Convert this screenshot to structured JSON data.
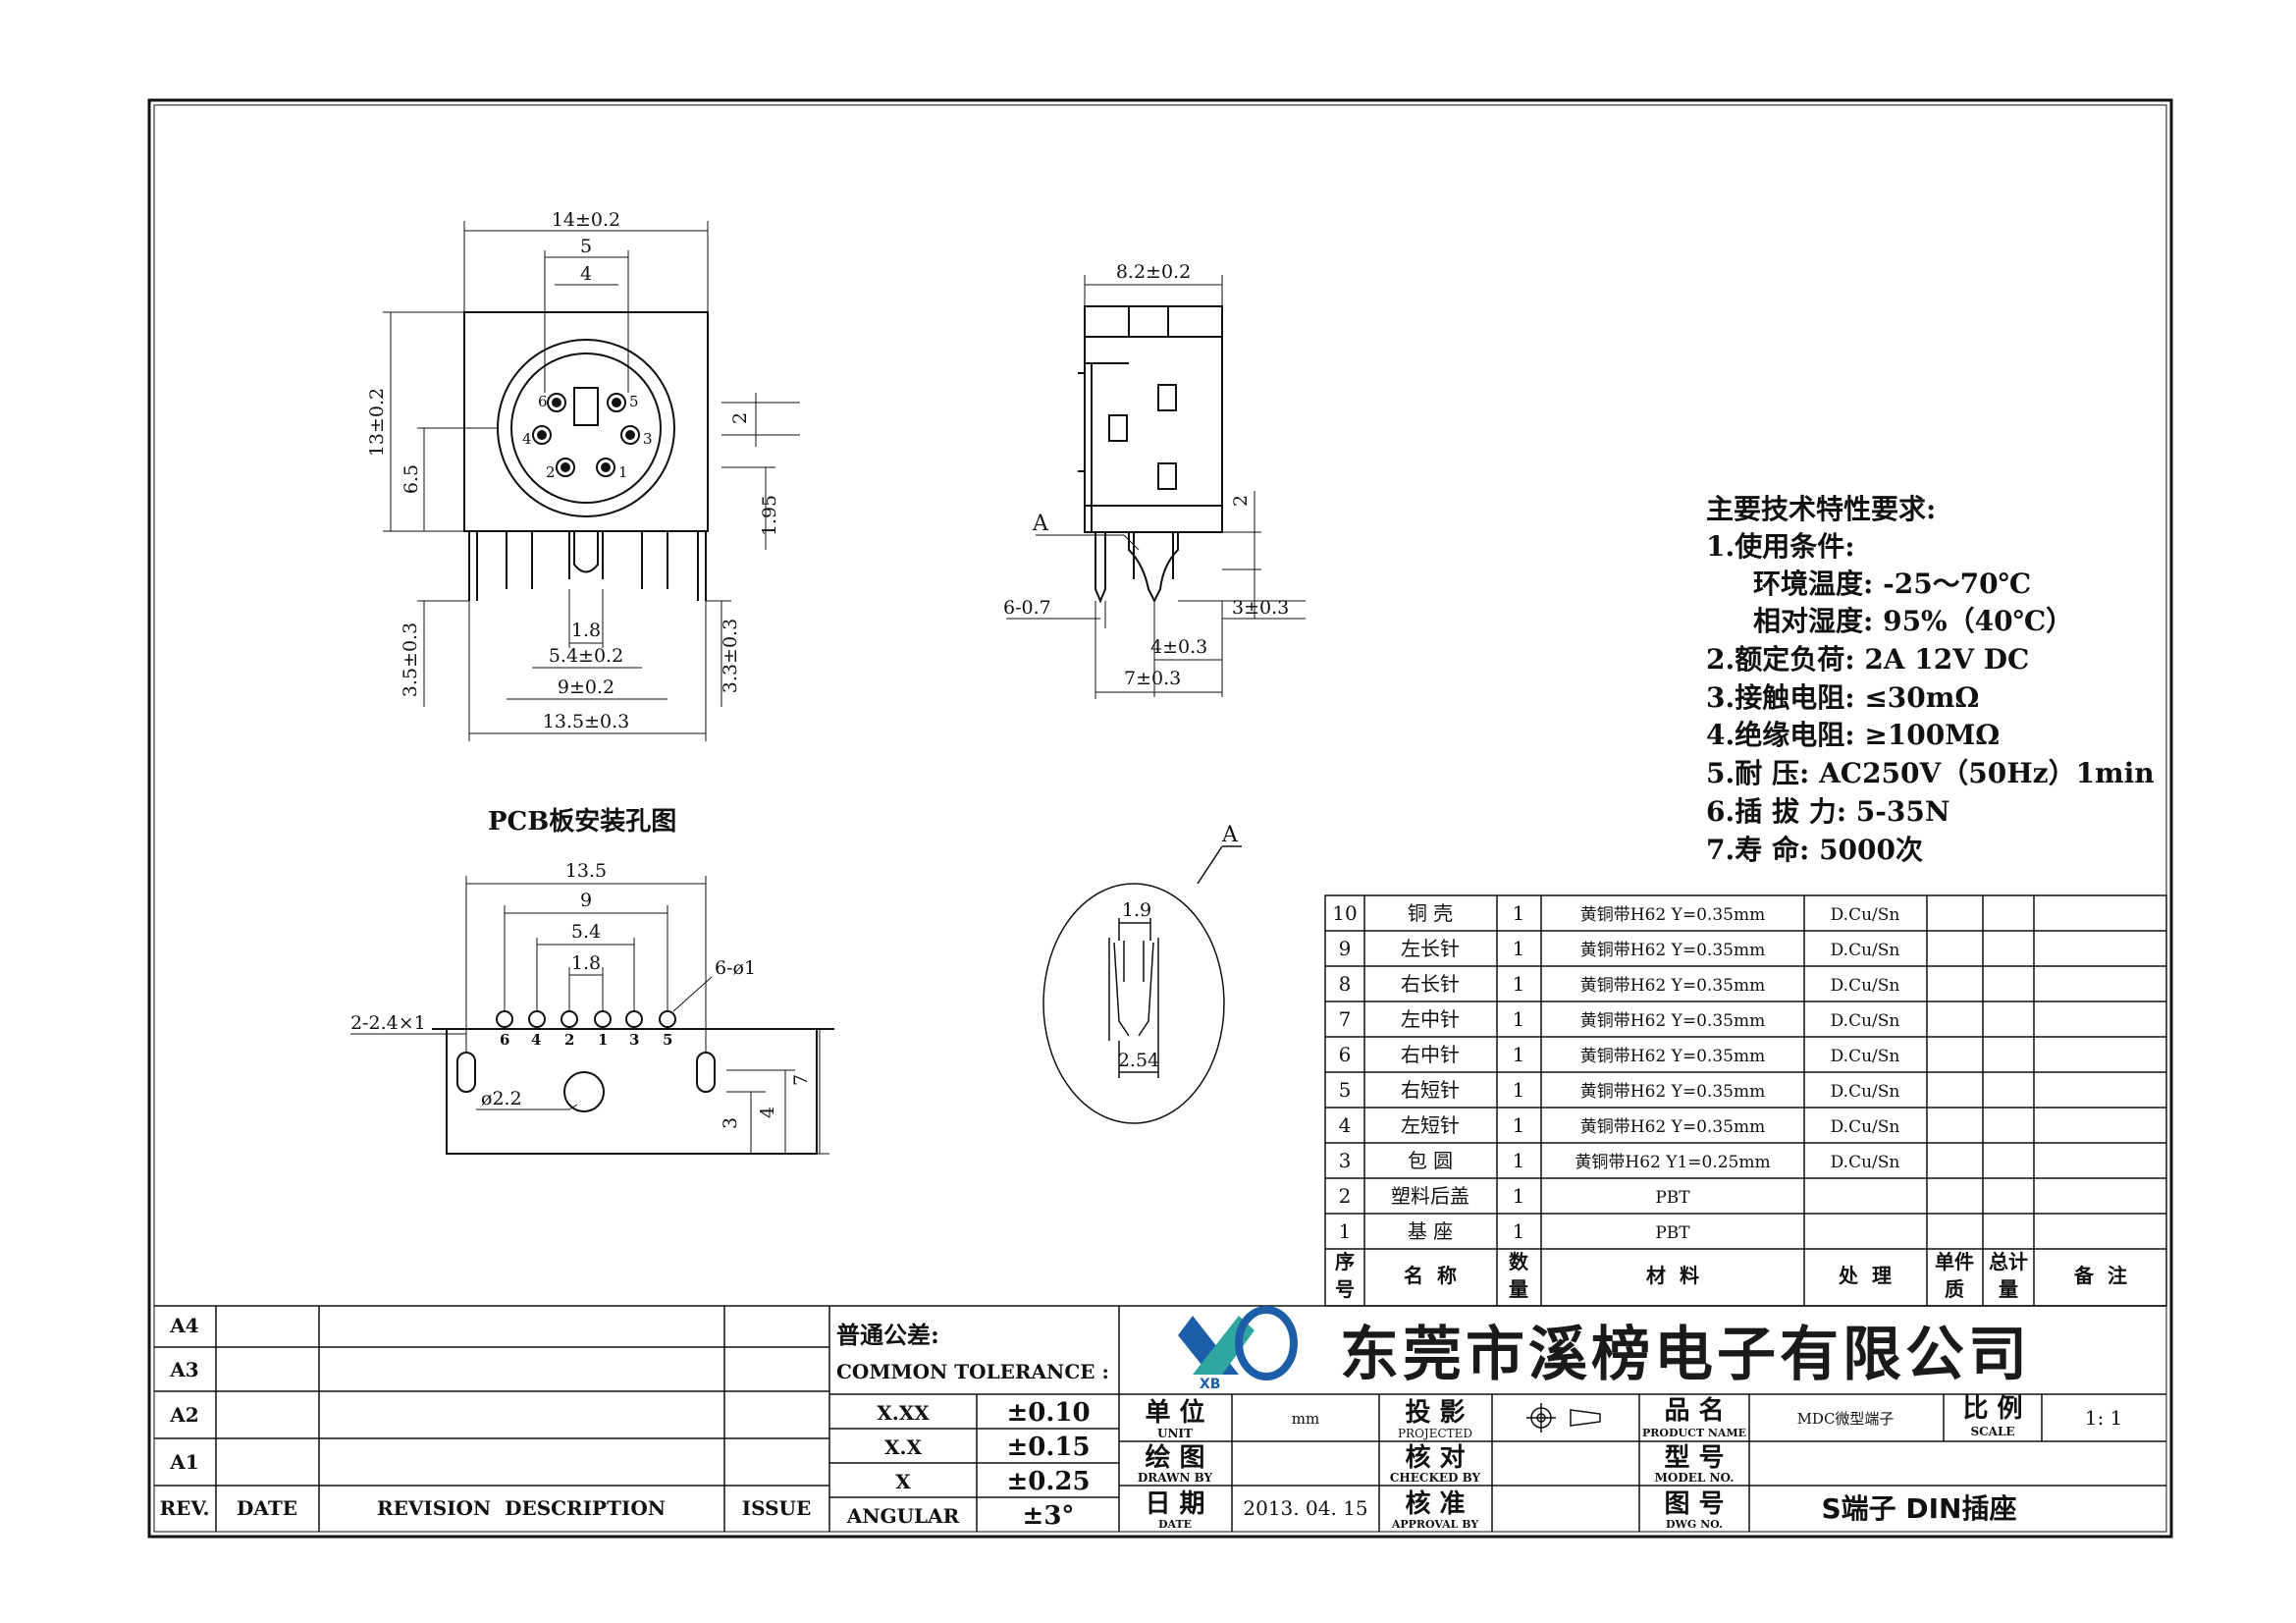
{
  "front_view": {
    "width_dim": "14±0.2",
    "pin_span_5": "5",
    "pin_span_4": "4",
    "height_dim": "13±0.2",
    "center_height": "6.5",
    "pin_offset_2": "2",
    "offset_195": "1.95",
    "key_width": "1.8",
    "pin_span_54": "5.4±0.2",
    "pin_span_9": "9±0.2",
    "base_width": "13.5±0.3",
    "left_leg": "3.5±0.3",
    "right_leg": "3.3±0.3",
    "pin_labels": [
      "6",
      "5",
      "4",
      "3",
      "2",
      "1"
    ]
  },
  "side_view": {
    "depth_dim": "8.2±0.2",
    "detail_label": "A",
    "pin_count": "6-0.7",
    "offset_2": "2",
    "leg_len": "3±0.3",
    "pitch_4": "4±0.3",
    "pitch_7": "7±0.3"
  },
  "pcb": {
    "title": "PCB板安装孔图",
    "d_135": "13.5",
    "d_9": "9",
    "d_54": "5.4",
    "d_18": "1.8",
    "holes": "6-ø1",
    "slots": "2-2.4×1",
    "center_hole": "ø2.2",
    "d_3": "3",
    "d_4": "4",
    "d_7": "7",
    "pin_labels": [
      "6",
      "4",
      "2",
      "1",
      "3",
      "5"
    ]
  },
  "detail": {
    "label": "A",
    "d_19": "1.9",
    "d_254": "2.54"
  },
  "specs": {
    "heading": "主要技术特性要求:",
    "lines": [
      "1.使用条件:",
      "环境温度: -25～70℃",
      "相对湿度: 95%（40℃）",
      "2.额定负荷: 2A 12V DC",
      "3.接触电阻: ≤30mΩ",
      "4.绝缘电阻: ≥100MΩ",
      "5.耐    压: AC250V（50Hz）1min",
      "6.插 拔 力: 5-35N",
      "7.寿    命: 5000次"
    ]
  },
  "bom": {
    "rows": [
      {
        "no": "10",
        "name": "铜 壳",
        "qty": "1",
        "material": "黄铜带H62 Y=0.35mm",
        "finish": "D.Cu/Sn"
      },
      {
        "no": "9",
        "name": "左长针",
        "qty": "1",
        "material": "黄铜带H62 Y=0.35mm",
        "finish": "D.Cu/Sn"
      },
      {
        "no": "8",
        "name": "右长针",
        "qty": "1",
        "material": "黄铜带H62 Y=0.35mm",
        "finish": "D.Cu/Sn"
      },
      {
        "no": "7",
        "name": "左中针",
        "qty": "1",
        "material": "黄铜带H62 Y=0.35mm",
        "finish": "D.Cu/Sn"
      },
      {
        "no": "6",
        "name": "右中针",
        "qty": "1",
        "material": "黄铜带H62 Y=0.35mm",
        "finish": "D.Cu/Sn"
      },
      {
        "no": "5",
        "name": "右短针",
        "qty": "1",
        "material": "黄铜带H62 Y=0.35mm",
        "finish": "D.Cu/Sn"
      },
      {
        "no": "4",
        "name": "左短针",
        "qty": "1",
        "material": "黄铜带H62 Y=0.35mm",
        "finish": "D.Cu/Sn"
      },
      {
        "no": "3",
        "name": "包 圆",
        "qty": "1",
        "material": "黄铜带H62 Y1=0.25mm",
        "finish": "D.Cu/Sn"
      },
      {
        "no": "2",
        "name": "塑料后盖",
        "qty": "1",
        "material": "PBT",
        "finish": ""
      },
      {
        "no": "1",
        "name": "基 座",
        "qty": "1",
        "material": "PBT",
        "finish": ""
      }
    ],
    "header": {
      "no_a": "序",
      "no_b": "号",
      "name": "名  称",
      "qty_a": "数",
      "qty_b": "量",
      "material": "材  料",
      "finish": "处  理",
      "unit_wt_a": "单件",
      "unit_wt_b": "质",
      "total_wt_a": "总计",
      "total_wt_b": "量",
      "remark": "备  注"
    }
  },
  "revision": {
    "rows": [
      "A4",
      "A3",
      "A2",
      "A1"
    ],
    "rev": "REV.",
    "date": "DATE",
    "desc": "REVISION  DESCRIPTION",
    "issue": "ISSUE"
  },
  "tolerance": {
    "title": "普通公差:",
    "subtitle": "COMMON TOLERANCE :",
    "rows": [
      {
        "k": "X.XX",
        "v": "±0.10"
      },
      {
        "k": "X.X",
        "v": "±0.15"
      },
      {
        "k": "X",
        "v": "±0.25"
      },
      {
        "k": "ANGULAR",
        "v": "±3°"
      }
    ]
  },
  "title_block": {
    "company": "东莞市溪榜电子有限公司",
    "logo_text": "XB",
    "unit_cn": "单 位",
    "unit_en": "UNIT",
    "unit_val": "mm",
    "proj_cn": "投 影",
    "proj_en": "PROJECTED",
    "pname_cn": "品 名",
    "pname_en": "PRODUCT NAME",
    "pname_val": "MDC微型端子",
    "scale_cn": "比 例",
    "scale_en": "SCALE",
    "scale_val": "1: 1",
    "drawn_cn": "绘 图",
    "drawn_en": "DRAWN BY",
    "check_cn": "核 对",
    "check_en": "CHECKED BY",
    "model_cn": "型 号",
    "model_en": "MODEL NO.",
    "date_cn": "日 期",
    "date_en": "DATE",
    "date_val": "2013. 04. 15",
    "appr_cn": "核 准",
    "appr_en": "APPROVAL BY",
    "dwg_cn": "图 号",
    "dwg_en": "DWG NO.",
    "dwg_val": "S端子 DIN插座"
  },
  "colors": {
    "line": "#111111",
    "logo_blue": "#1c5fa8",
    "logo_teal": "#2fa7a0"
  }
}
